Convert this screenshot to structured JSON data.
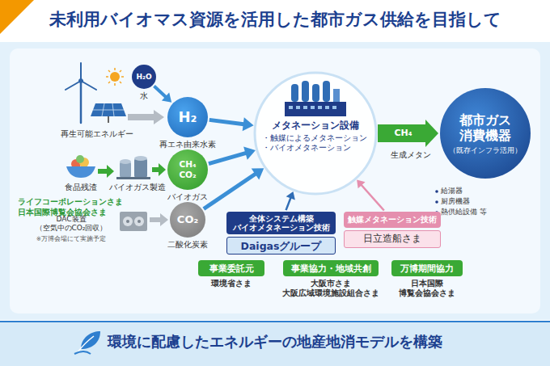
{
  "diagram": {
    "title": "未利用バイオマス資源を活用した都市ガス供給を目指して",
    "caption": "環境に配慮したエネルギーの地産地消モデルを構築",
    "nodes": [
      {
        "text": [
          "H₂O",
          "水"
        ]
      },
      {
        "text": [
          "H₂",
          "再エネ由来水素"
        ]
      },
      {
        "text": [
          "CH₄ CO₂",
          "バイオガス"
        ]
      },
      {
        "text": [
          "CO₂",
          "二酸化炭素"
        ]
      },
      {
        "text": [
          "メタネーション設備",
          "・触媒によるメタネーション ・バイオメタネーション"
        ]
      },
      {
        "text": [
          "都市ガス 消費機器",
          "（既存インフラ活用）"
        ]
      },
      {
        "text": [
          "全体システム構築 バイオメタネーション技術"
        ]
      },
      {
        "text": [
          "Daigasグループ"
        ]
      },
      {
        "text": [
          "触媒メタネーション技術"
        ]
      },
      {
        "text": [
          "日立造船さま"
        ]
      },
      {
        "text": [
          "事業委託元",
          "環境省さま"
        ]
      },
      {
        "text": [
          "事業協力・地域共創",
          "大阪市さま 大阪広域環境施設組合さま"
        ]
      },
      {
        "text": [
          "万博期間協力",
          "日本国際 博覧会協会さま"
        ]
      }
    ],
    "edges": [
      {
        "from": 0,
        "to": 1,
        "arrow": "to"
      },
      {
        "from": 1,
        "to": 4,
        "arrow": "to"
      },
      {
        "from": 2,
        "to": 4,
        "arrow": "to"
      },
      {
        "from": 3,
        "to": 4,
        "arrow": "to"
      },
      {
        "from": 4,
        "to": 5,
        "label": "CH₄",
        "arrow": "to"
      },
      {
        "from": 6,
        "to": 4,
        "arrow": "to"
      },
      {
        "from": 8,
        "to": 4,
        "arrow": "to"
      }
    ],
    "labels": [
      "再生可能エネルギー",
      "食品残渣",
      "バイオガス製造",
      "ライフコーポレーションさま 日本国際博覧会協会さま",
      "DAC装置 （空気中のCO₂回収）",
      "※万博会場にて実施予定",
      "生成メタン",
      "給湯器",
      "厨房機器",
      "熱供給設備 等"
    ]
  }
}
